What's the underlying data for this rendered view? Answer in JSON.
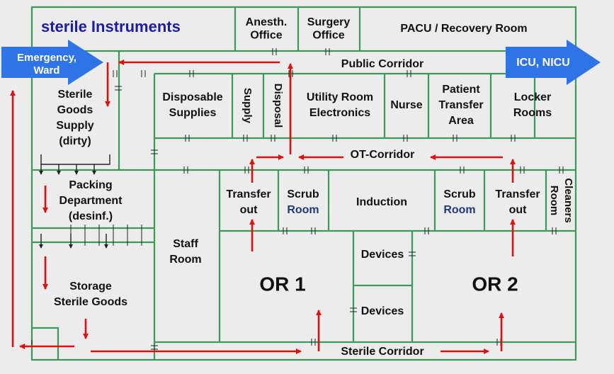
{
  "title": "sterile Instruments",
  "entrances": {
    "left": "Emergency, Ward",
    "right": "ICU, NICU"
  },
  "corridors": {
    "public": "Public Corridor",
    "ot": "OT-Corridor",
    "sterile": "Sterile Corridor"
  },
  "rooms": {
    "anesth": "Anesth. Office",
    "surgery": "Surgery Office",
    "pacu": "PACU / Recovery Room",
    "sterile_goods": "Sterile Goods Supply (dirty)",
    "disposable": "Disposable Supplies",
    "supply": "Supply",
    "disposal": "Disposal",
    "utility": "Utility Room Electronics",
    "nurse": "Nurse",
    "patient_transfer": "Patient Transfer Area",
    "locker": "Locker Rooms",
    "packing": "Packing Department (desinf.)",
    "transfer_out_1": "Transfer out",
    "scrub_1": "Scrub",
    "scrub_1_room": "Room",
    "induction": "Induction",
    "scrub_2": "Scrub",
    "scrub_2_room": "Room",
    "transfer_out_2": "Transfer out",
    "cleaners": "Cleaners Room",
    "staff": "Staff Room",
    "or1": "OR 1",
    "devices_1": "Devices",
    "devices_2": "Devices",
    "or2": "OR 2",
    "storage": "Storage Sterile Goods"
  },
  "colors": {
    "wall": "#3b9a5a",
    "flow_arrow": "#e01010",
    "entrance_arrow": "#2f74e6",
    "title": "#1c1ca8",
    "scrub_room": "#1f3a7a"
  }
}
